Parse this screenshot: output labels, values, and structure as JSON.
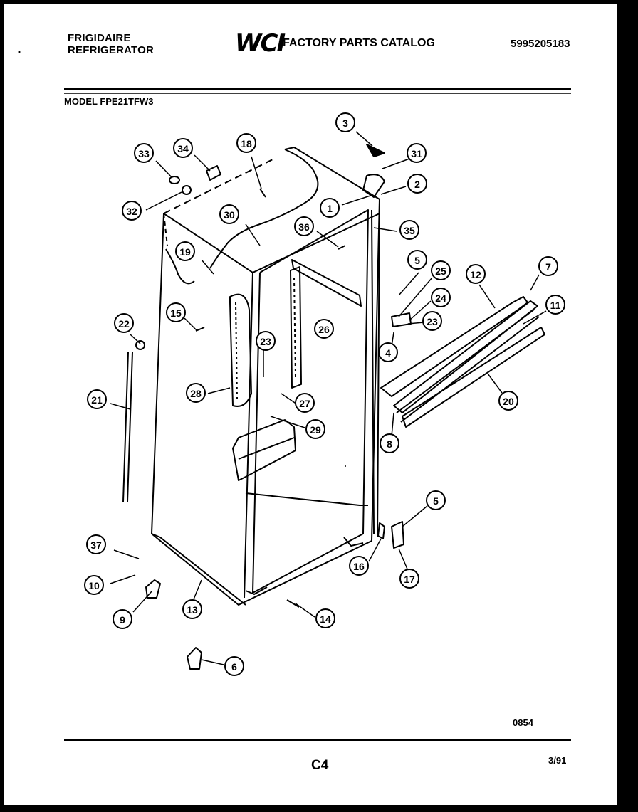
{
  "header": {
    "brand_line1": "FRIGIDAIRE",
    "brand_line2": "REFRIGERATOR",
    "logo": "WCI",
    "catalog_title": "FACTORY PARTS CATALOG",
    "catalog_number": "5995205183",
    "model": "MODEL FPE21TFW3"
  },
  "footer": {
    "figure_number": "0854",
    "page": "C4",
    "date": "3/91"
  },
  "callouts": [
    {
      "id": "callout-1",
      "label": "1"
    },
    {
      "id": "callout-2",
      "label": "2"
    },
    {
      "id": "callout-3",
      "label": "3"
    },
    {
      "id": "callout-4",
      "label": "4"
    },
    {
      "id": "callout-5a",
      "label": "5"
    },
    {
      "id": "callout-5b",
      "label": "5"
    },
    {
      "id": "callout-6",
      "label": "6"
    },
    {
      "id": "callout-7",
      "label": "7"
    },
    {
      "id": "callout-8",
      "label": "8"
    },
    {
      "id": "callout-9",
      "label": "9"
    },
    {
      "id": "callout-10",
      "label": "10"
    },
    {
      "id": "callout-11",
      "label": "11"
    },
    {
      "id": "callout-12",
      "label": "12"
    },
    {
      "id": "callout-13",
      "label": "13"
    },
    {
      "id": "callout-14",
      "label": "14"
    },
    {
      "id": "callout-15",
      "label": "15"
    },
    {
      "id": "callout-16",
      "label": "16"
    },
    {
      "id": "callout-17",
      "label": "17"
    },
    {
      "id": "callout-18",
      "label": "18"
    },
    {
      "id": "callout-19",
      "label": "19"
    },
    {
      "id": "callout-20",
      "label": "20"
    },
    {
      "id": "callout-21",
      "label": "21"
    },
    {
      "id": "callout-22",
      "label": "22"
    },
    {
      "id": "callout-23a",
      "label": "23"
    },
    {
      "id": "callout-23b",
      "label": "23"
    },
    {
      "id": "callout-24",
      "label": "24"
    },
    {
      "id": "callout-25",
      "label": "25"
    },
    {
      "id": "callout-26",
      "label": "26"
    },
    {
      "id": "callout-27",
      "label": "27"
    },
    {
      "id": "callout-28",
      "label": "28"
    },
    {
      "id": "callout-29",
      "label": "29"
    },
    {
      "id": "callout-30",
      "label": "30"
    },
    {
      "id": "callout-31",
      "label": "31"
    },
    {
      "id": "callout-32",
      "label": "32"
    },
    {
      "id": "callout-33",
      "label": "33"
    },
    {
      "id": "callout-34",
      "label": "34"
    },
    {
      "id": "callout-35",
      "label": "35"
    },
    {
      "id": "callout-36",
      "label": "36"
    },
    {
      "id": "callout-37",
      "label": "37"
    }
  ]
}
